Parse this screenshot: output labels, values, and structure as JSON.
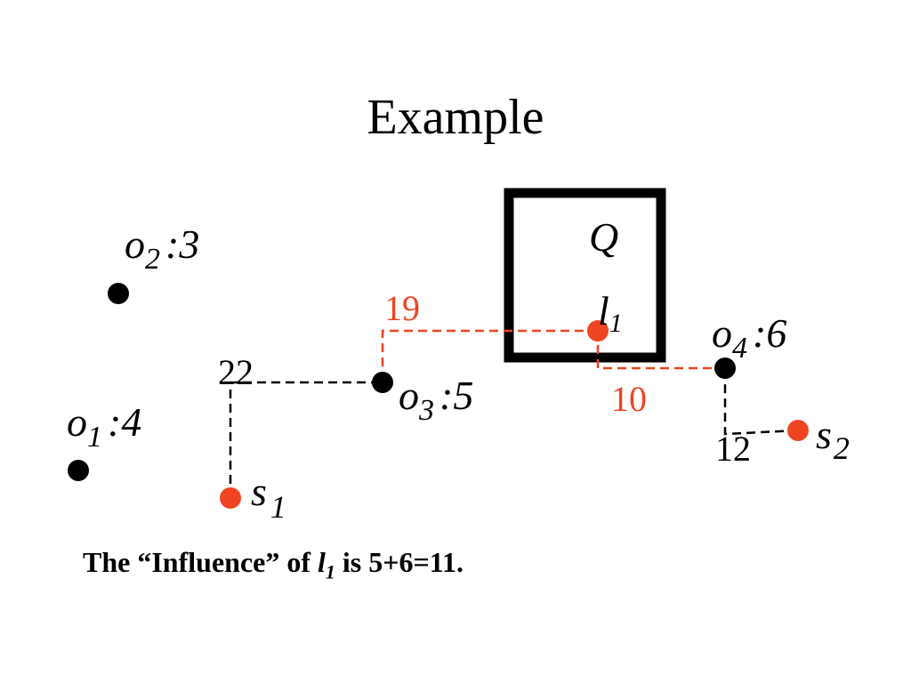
{
  "title": "Example",
  "query_region": {
    "label": "Q"
  },
  "objects": [
    {
      "id": "o1",
      "base": "o",
      "sub": "1",
      "weight": ":4"
    },
    {
      "id": "o2",
      "base": "o",
      "sub": "2",
      "weight": ":3"
    },
    {
      "id": "o3",
      "base": "o",
      "sub": "3",
      "weight": ":5"
    },
    {
      "id": "o4",
      "base": "o",
      "sub": "4",
      "weight": ":6"
    }
  ],
  "sites": [
    {
      "id": "s1",
      "base": "s",
      "sub": "1"
    },
    {
      "id": "s2",
      "base": "s",
      "sub": "2"
    },
    {
      "id": "l1",
      "base": "l",
      "sub": "1"
    }
  ],
  "distances": [
    {
      "id": "d-s1-o3",
      "value": "22",
      "color": "#000000"
    },
    {
      "id": "d-l1-o3",
      "value": "19",
      "color": "#ee4422"
    },
    {
      "id": "d-l1-o4",
      "value": "10",
      "color": "#ee4422"
    },
    {
      "id": "d-s2-o4",
      "value": "12",
      "color": "#000000"
    }
  ],
  "colors": {
    "object": "#000000",
    "site": "#ee4422",
    "query_box": "#000000"
  },
  "caption": {
    "prefix": "The “Influence” of ",
    "site_base": "l",
    "site_sub": "1",
    "suffix": " is 5+6=11."
  }
}
